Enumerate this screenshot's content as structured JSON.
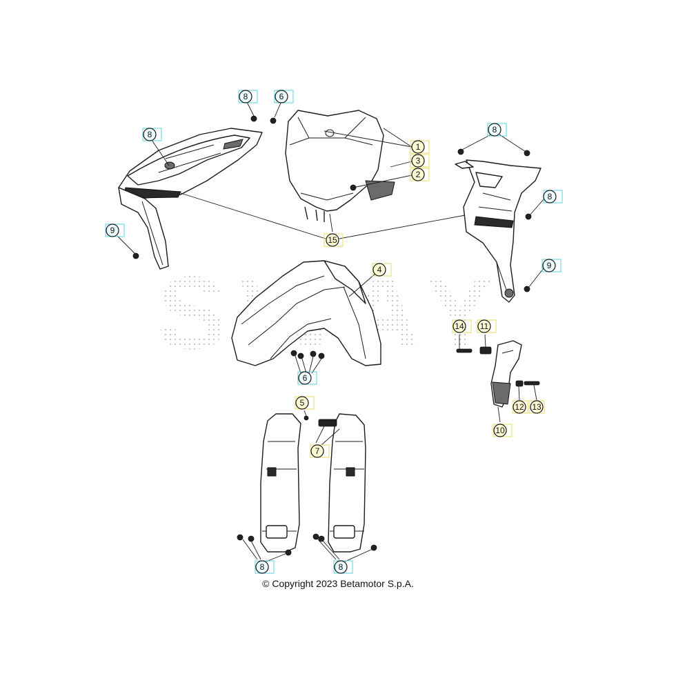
{
  "copyright": "© Copyright 2023 Betamotor S.p.A.",
  "watermark_text": "SWAY",
  "colors": {
    "cyan_callout": "#5bd1e3",
    "yellow_callout": "#e8dc6a"
  },
  "callouts": [
    {
      "id": "c8a",
      "label": "8",
      "style": "cyan"
    },
    {
      "id": "c6a",
      "label": "6",
      "style": "cyan"
    },
    {
      "id": "c8b",
      "label": "8",
      "style": "cyan"
    },
    {
      "id": "c9a",
      "label": "9",
      "style": "cyan"
    },
    {
      "id": "c1",
      "label": "1",
      "style": "yellow"
    },
    {
      "id": "c3",
      "label": "3",
      "style": "yellow"
    },
    {
      "id": "c2",
      "label": "2",
      "style": "yellow"
    },
    {
      "id": "c8c",
      "label": "8",
      "style": "cyan"
    },
    {
      "id": "c8d",
      "label": "8",
      "style": "cyan"
    },
    {
      "id": "c9b",
      "label": "9",
      "style": "cyan"
    },
    {
      "id": "c15",
      "label": "15",
      "style": "yellow"
    },
    {
      "id": "c4",
      "label": "4",
      "style": "yellow"
    },
    {
      "id": "c6b",
      "label": "6",
      "style": "cyan"
    },
    {
      "id": "c14",
      "label": "14",
      "style": "yellow"
    },
    {
      "id": "c11",
      "label": "11",
      "style": "yellow"
    },
    {
      "id": "c12",
      "label": "12",
      "style": "yellow"
    },
    {
      "id": "c13",
      "label": "13",
      "style": "yellow"
    },
    {
      "id": "c10",
      "label": "10",
      "style": "yellow"
    },
    {
      "id": "c5",
      "label": "5",
      "style": "yellow"
    },
    {
      "id": "c7",
      "label": "7",
      "style": "yellow"
    },
    {
      "id": "c8e",
      "label": "8",
      "style": "cyan"
    },
    {
      "id": "c8f",
      "label": "8",
      "style": "cyan"
    }
  ]
}
